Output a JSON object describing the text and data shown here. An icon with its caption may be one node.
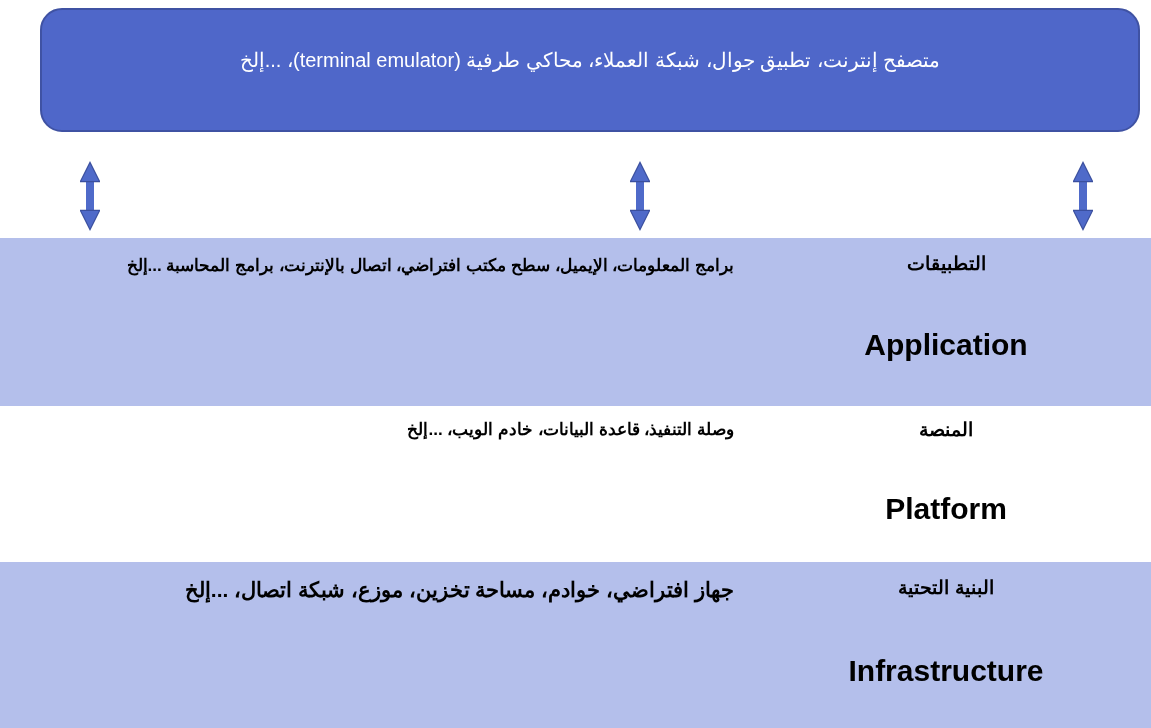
{
  "diagram": {
    "nodes": [
      {
        "text": [
          "متصفح إنترنت، تطبيق جوال، شبكة العملاء، محاكي طرفية (terminal emulator)، ...إلخ"
        ]
      },
      {
        "text": [
          "التطبيقات",
          "Application",
          "برامج المعلومات، الإيميل، سطح مكتب افتراضي، اتصال بالإنترنت، برامج المحاسبة ...إلخ"
        ]
      },
      {
        "text": [
          "المنصة",
          "Platform",
          "وصلة التنفيذ، قاعدة البيانات، خادم الويب، ...إلخ"
        ]
      },
      {
        "text": [
          "البنية التحتية",
          "Infrastructure",
          "جهاز افتراضي، خوادم، مساحة تخزين، موزع، شبكة اتصال، ...إلخ"
        ]
      }
    ],
    "edges": [
      {
        "from": 0,
        "to": 1,
        "arrow": "both"
      },
      {
        "from": 0,
        "to": 1,
        "arrow": "both"
      },
      {
        "from": 0,
        "to": 1,
        "arrow": "both"
      }
    ]
  }
}
